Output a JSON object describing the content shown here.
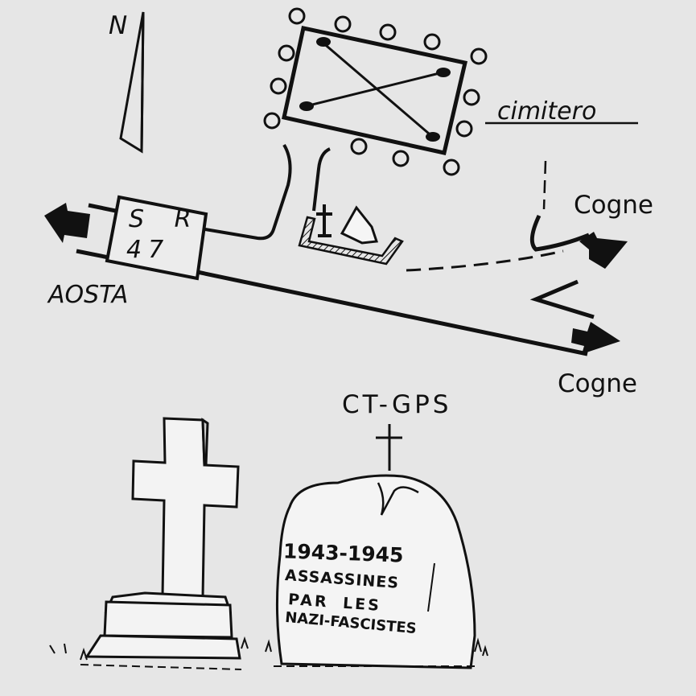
{
  "map": {
    "north": "N",
    "road_sr": "S R",
    "road_num": "47",
    "aosta": "AOSTA",
    "cemetery": "cimitero",
    "cogne_upper": "Cogne",
    "cogne_lower": "Cogne"
  },
  "monument": {
    "code": "CT-GPS",
    "dates": "1943-1945",
    "line1": "ASSASSINES",
    "line2": "PAR LES",
    "line3": "NAZI-FASCISTES"
  }
}
